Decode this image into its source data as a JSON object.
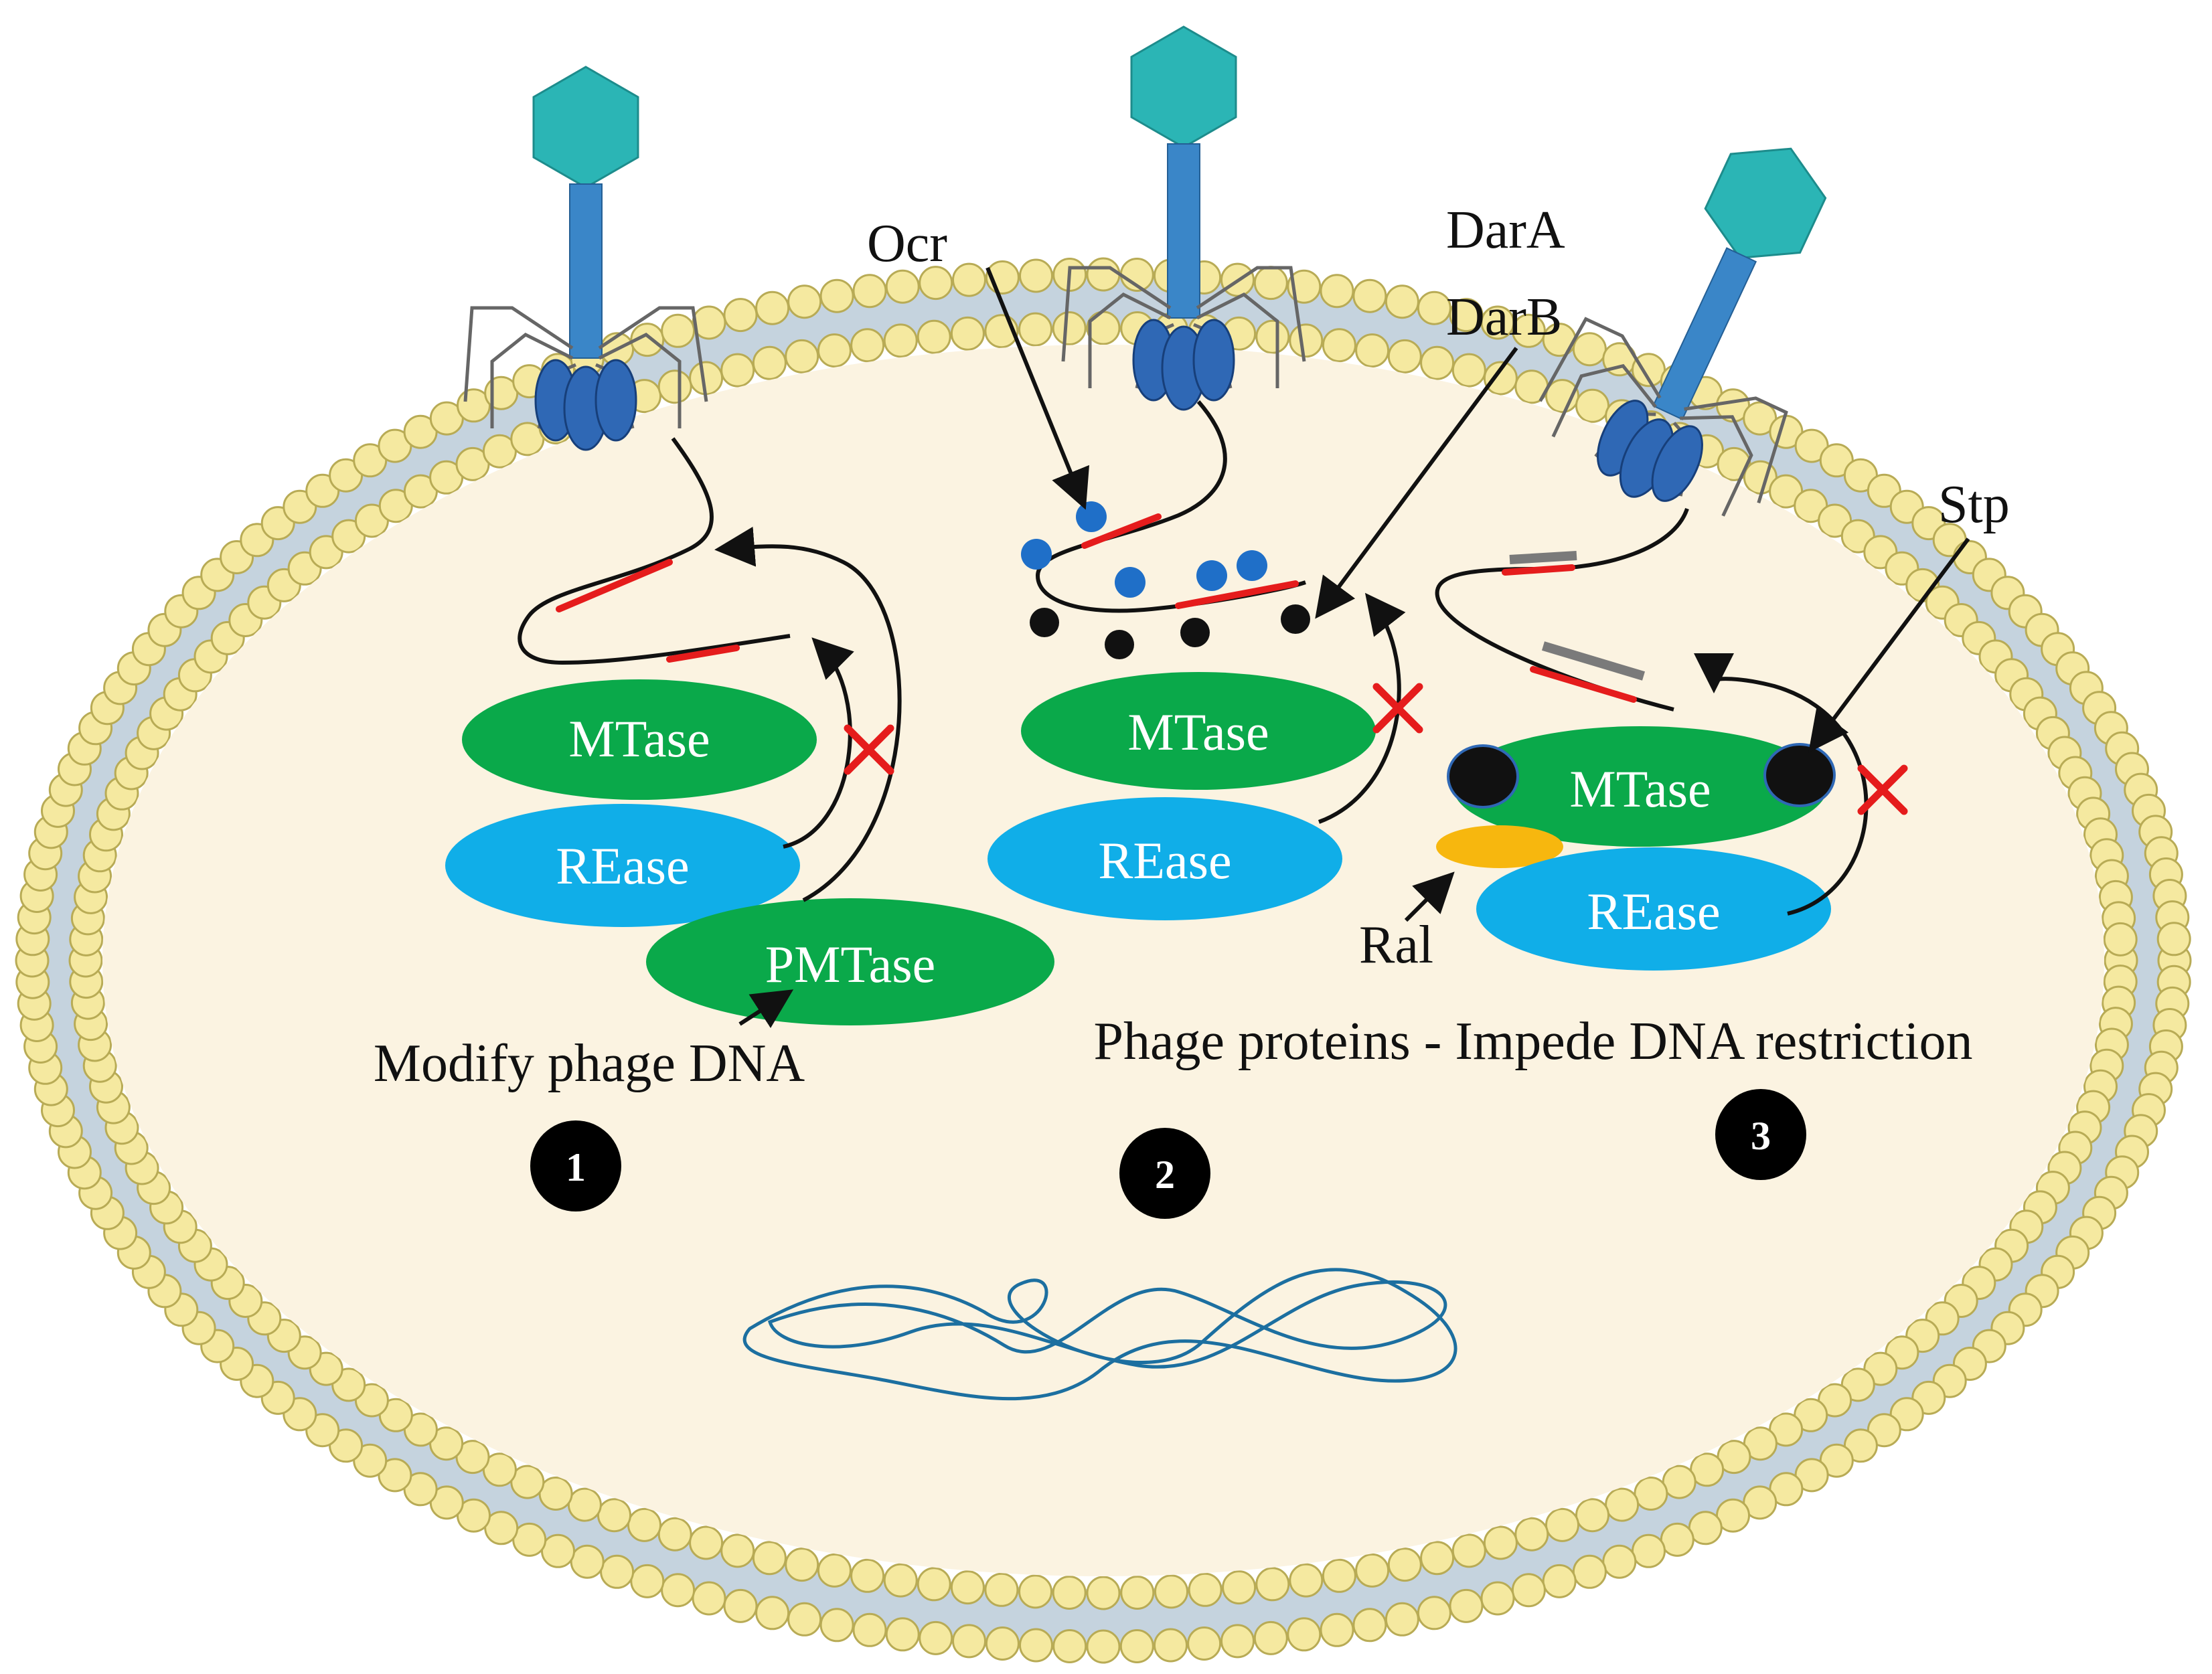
{
  "colors": {
    "cytoplasm": "#fbf3e1",
    "head_lipid": "#f5e9a0",
    "head_lipid_stroke": "#b8ab55",
    "tail_band": "#c5d3de",
    "capsid": "#2bb5b5",
    "tail_tube": "#3a86c8",
    "baseplate": "#2f68b5",
    "fiber": "#666666",
    "dna": "#111111",
    "site": "#e51c1c",
    "mtase": "#0aa94a",
    "rease": "#10aee8",
    "ocr_dot": "#1f6fc8",
    "dar_dot": "#111111",
    "stp_dot": "#111111",
    "ral": "#f7b70e",
    "block": "#e51c1c",
    "genome": "#1c6fa0",
    "hemi_bar": "#7a7a7a"
  },
  "icons": {
    "phage": "bacteriophage-icon",
    "block": "red-cross-icon",
    "genome": "chromosome-icon"
  },
  "enzymes": {
    "mtase": "MTase",
    "rease": "REase",
    "pmtase": "PMTase"
  },
  "labels": {
    "ocr": "Ocr",
    "dara": "DarA",
    "darb": "DarB",
    "stp": "Stp",
    "ral": "Ral",
    "modify": "Modify phage DNA",
    "impede": "Phage proteins - Impede DNA restriction"
  },
  "steps": [
    "1",
    "2",
    "3"
  ]
}
